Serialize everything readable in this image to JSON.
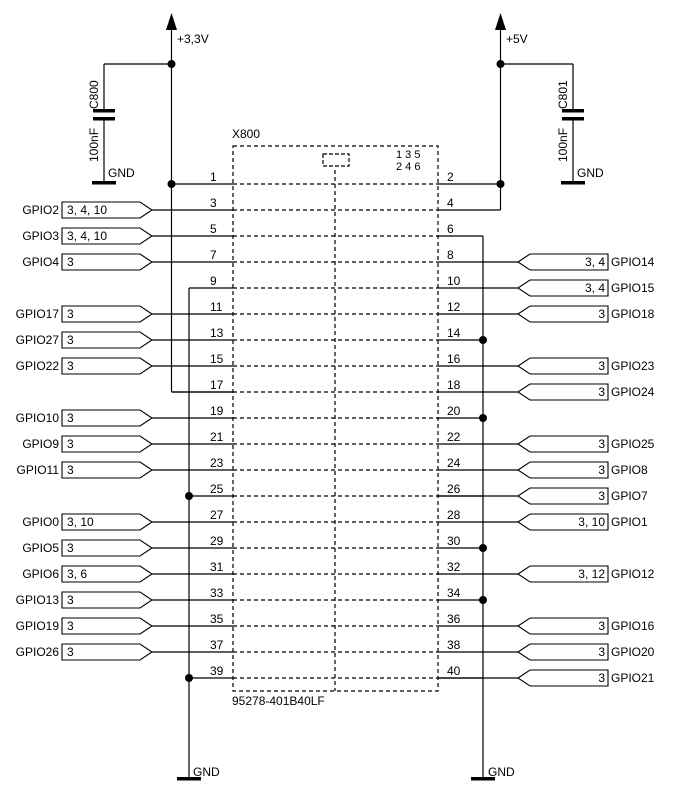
{
  "title": "X800",
  "part_number": "95278-401B40LF",
  "supply_left": "+3,3V",
  "supply_right": "+5V",
  "cap_left": {
    "ref": "C800",
    "value": "100nF",
    "gnd": "GND"
  },
  "cap_right": {
    "ref": "C801",
    "value": "100nF",
    "gnd": "GND"
  },
  "gnd_bottom_left": "GND",
  "gnd_bottom_right": "GND",
  "key_top": "1 3 5",
  "key_bottom": "2 4 6",
  "pins_left": [
    "1",
    "3",
    "5",
    "7",
    "9",
    "11",
    "13",
    "15",
    "17",
    "19",
    "21",
    "23",
    "25",
    "27",
    "29",
    "31",
    "33",
    "35",
    "37",
    "39"
  ],
  "pins_right": [
    "2",
    "4",
    "6",
    "8",
    "10",
    "12",
    "14",
    "16",
    "18",
    "20",
    "22",
    "24",
    "26",
    "28",
    "30",
    "32",
    "34",
    "36",
    "38",
    "40"
  ],
  "left_signals": [
    {
      "name": "GPIO2",
      "ref": "3, 4, 10"
    },
    {
      "name": "GPIO3",
      "ref": "3, 4, 10"
    },
    {
      "name": "GPIO4",
      "ref": "3"
    },
    {
      "name": "GPIO17",
      "ref": "3"
    },
    {
      "name": "GPIO27",
      "ref": "3"
    },
    {
      "name": "GPIO22",
      "ref": "3"
    },
    {
      "name": "GPIO10",
      "ref": "3"
    },
    {
      "name": "GPIO9",
      "ref": "3"
    },
    {
      "name": "GPIO11",
      "ref": "3"
    },
    {
      "name": "GPIO0",
      "ref": "3, 10"
    },
    {
      "name": "GPIO5",
      "ref": "3"
    },
    {
      "name": "GPIO6",
      "ref": "3, 6"
    },
    {
      "name": "GPIO13",
      "ref": "3"
    },
    {
      "name": "GPIO19",
      "ref": "3"
    },
    {
      "name": "GPIO26",
      "ref": "3"
    }
  ],
  "right_signals": [
    {
      "name": "GPIO14",
      "ref": "3, 4"
    },
    {
      "name": "GPIO15",
      "ref": "3, 4"
    },
    {
      "name": "GPIO18",
      "ref": "3"
    },
    {
      "name": "GPIO23",
      "ref": "3"
    },
    {
      "name": "GPIO24",
      "ref": "3"
    },
    {
      "name": "GPIO25",
      "ref": "3"
    },
    {
      "name": "GPIO8",
      "ref": "3"
    },
    {
      "name": "GPIO7",
      "ref": "3"
    },
    {
      "name": "GPIO1",
      "ref": "3, 10"
    },
    {
      "name": "GPIO12",
      "ref": "3, 12"
    },
    {
      "name": "GPIO16",
      "ref": "3"
    },
    {
      "name": "GPIO20",
      "ref": "3"
    },
    {
      "name": "GPIO21",
      "ref": "3"
    }
  ]
}
